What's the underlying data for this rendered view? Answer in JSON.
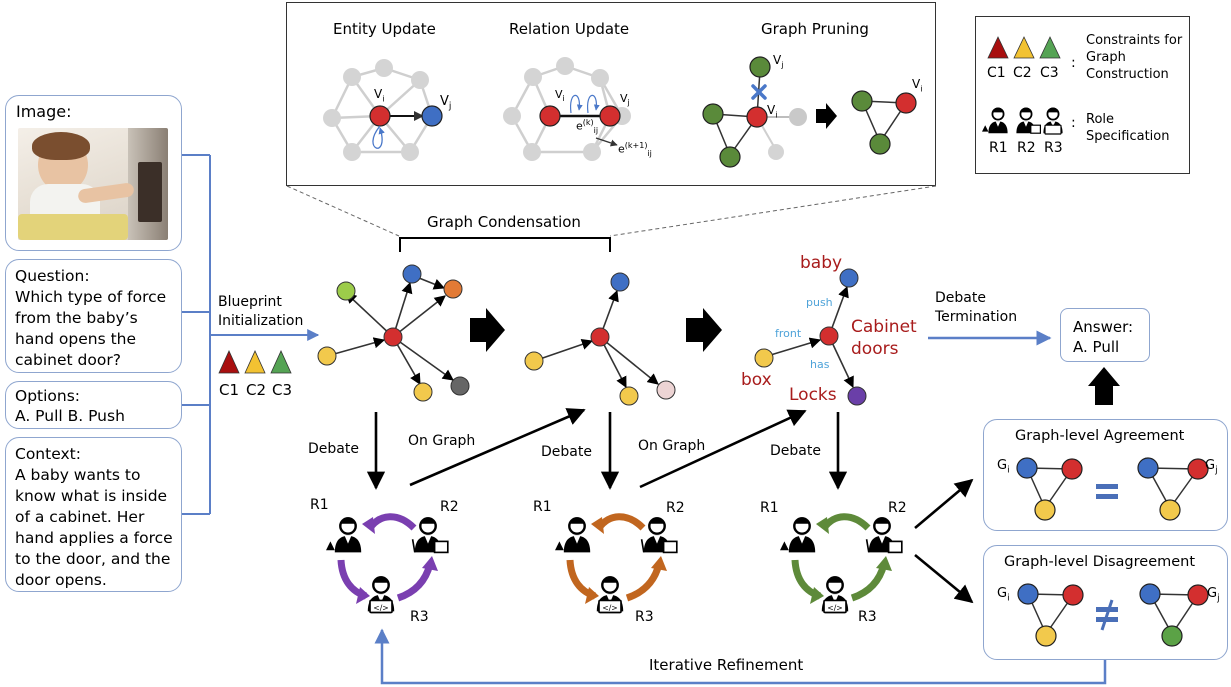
{
  "inputs": {
    "image_label": "Image:",
    "question_label": "Question:",
    "question_text": "Which type of force from the baby’s hand opens the cabinet door?",
    "options_label": "Options:",
    "options_text": "A. Pull B. Push",
    "context_label": "Context:",
    "context_text": "A baby wants to know what is inside of a cabinet. Her hand applies a force to the door, and the door opens."
  },
  "top_panel": {
    "entity_update": "Entity Update",
    "relation_update": "Relation Update",
    "graph_pruning": "Graph Pruning",
    "vi": "V",
    "vj": "V",
    "sub_i": "i",
    "sub_j": "j",
    "ek": "e",
    "ek_sup": "(k)",
    "ek_sub": "ij",
    "ek1_sup": "(k+1)"
  },
  "legend": {
    "c1": "C1",
    "c2": "C2",
    "c3": "C3",
    "constraints_text": "Constraints for Graph Construction",
    "r1": "R1",
    "r2": "R2",
    "r3": "R3",
    "role_text": "Role Specification",
    "colon": ":"
  },
  "flow": {
    "graph_condensation": "Graph Condensation",
    "blueprint": "Blueprint Initialization",
    "c1": "C1",
    "c2": "C2",
    "c3": "C3",
    "debate": "Debate",
    "on_graph": "On Graph",
    "debate_termination": "Debate Termination",
    "answer_label": "Answer:",
    "answer_value": "A. Pull",
    "r1": "R1",
    "r2": "R2",
    "r3": "R3",
    "iterative_refinement": "Iterative Refinement"
  },
  "scene_graph": {
    "baby": "baby",
    "cabinet": "Cabinet doors",
    "box": "box",
    "locks": "Locks",
    "push": "push",
    "front": "front",
    "has": "has"
  },
  "agreement": {
    "title_agree": "Graph-level Agreement",
    "title_disagree": "Graph-level Disagreement",
    "gi": "G",
    "gj": "G",
    "sub_i": "i",
    "sub_j": "j"
  },
  "colors": {
    "red": "#d32f2f",
    "blue": "#3f6fc4",
    "yellow": "#f2c94c",
    "green": "#5a8a3a",
    "orange": "#e27a35",
    "lightgreen": "#9ccc4a",
    "gray": "#666666",
    "pink": "#edd4d4",
    "purple": "#6a3fa8",
    "box_border": "#8fa6cf",
    "refine_arrow": "#5b7fc7",
    "debate_purple": "#7a3fb0",
    "debate_orange": "#c1661f",
    "debate_green": "#5e8a3a"
  }
}
